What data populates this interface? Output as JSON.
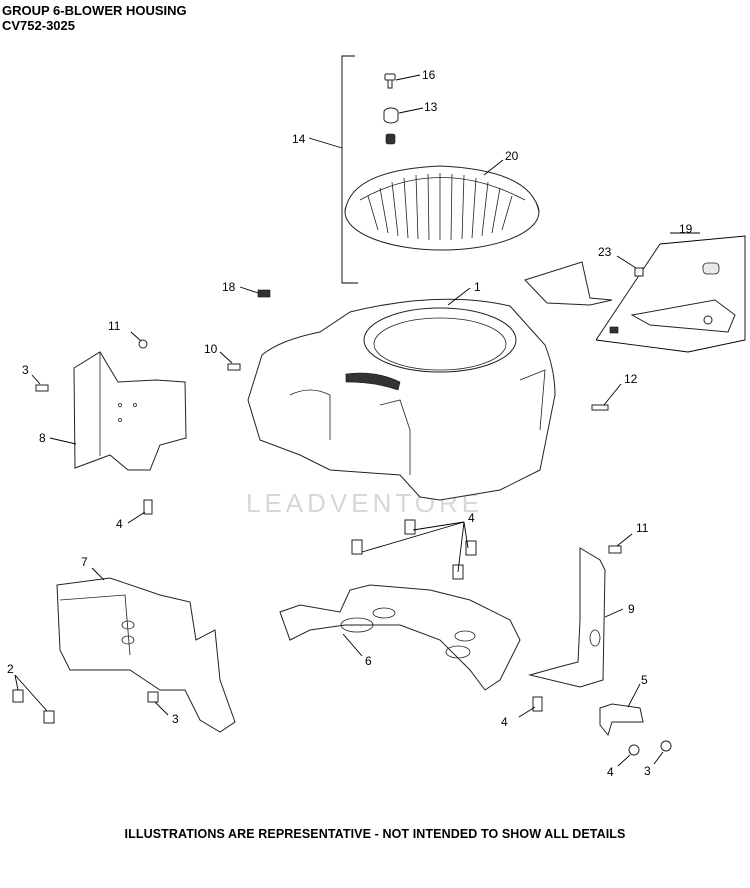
{
  "header": {
    "title": "GROUP 6-BLOWER HOUSING",
    "model_code": "CV752-3025"
  },
  "footer": {
    "note": "ILLUSTRATIONS ARE REPRESENTATIVE - NOT INTENDED TO SHOW ALL DETAILS"
  },
  "watermark": {
    "text": "LEADVENTORE"
  },
  "callouts": {
    "c1": "1",
    "c2": "2",
    "c3a": "3",
    "c3b": "3",
    "c3c": "3",
    "c4a": "4",
    "c4b": "4",
    "c4c": "4",
    "c4d": "4",
    "c5": "5",
    "c6": "6",
    "c7": "7",
    "c8": "8",
    "c9": "9",
    "c10": "10",
    "c11a": "11",
    "c11b": "11",
    "c12": "12",
    "c13": "13",
    "c14": "14",
    "c16": "16",
    "c18": "18",
    "c19": "19",
    "c20": "20",
    "c23": "23"
  }
}
